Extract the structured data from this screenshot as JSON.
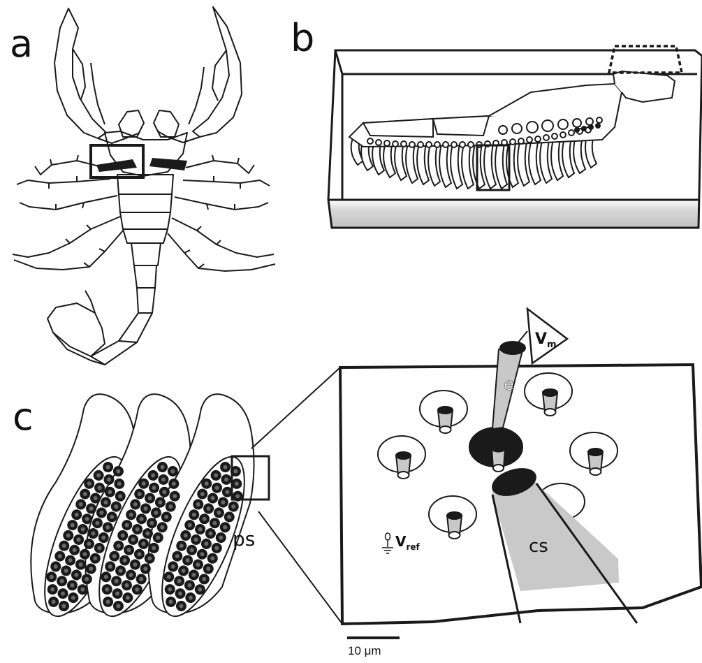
{
  "panels": {
    "a": {
      "letter": "a"
    },
    "b": {
      "letter": "b"
    },
    "c": {
      "letter": "c"
    }
  },
  "labels": {
    "electrode": "e",
    "membrane_potential": "V",
    "membrane_potential_sub": "m",
    "reference": "V",
    "reference_sub": "ref",
    "chemosensory_sensilla": "cs",
    "peg_sensilla": "ps"
  },
  "scale_bar": {
    "label": "10 μm"
  },
  "colors": {
    "line": "#1a1a1a",
    "fill_dark": "#1a1a1a",
    "fill_gray": "#c8c8c8",
    "background": "#ffffff"
  }
}
